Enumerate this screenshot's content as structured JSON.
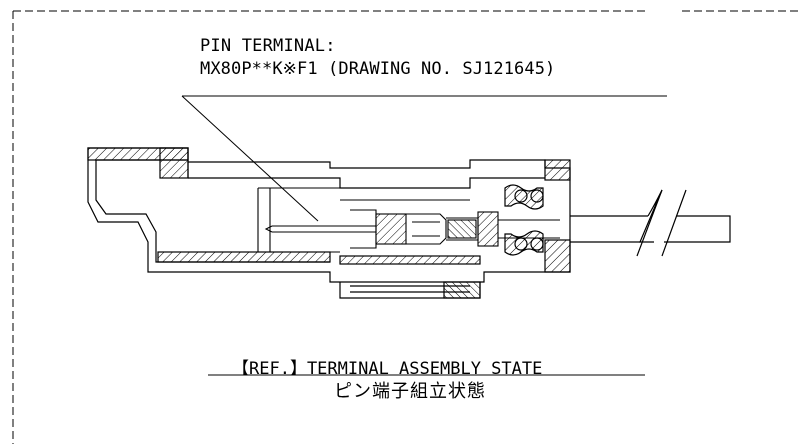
{
  "callout": {
    "line1": "PIN TERMINAL:",
    "line2": "MX80P**K※F1 (DRAWING NO. SJ121645)"
  },
  "caption": {
    "english": "【REF.】TERMINAL ASSEMBLY STATE",
    "japanese": "ピン端子組立状態"
  }
}
